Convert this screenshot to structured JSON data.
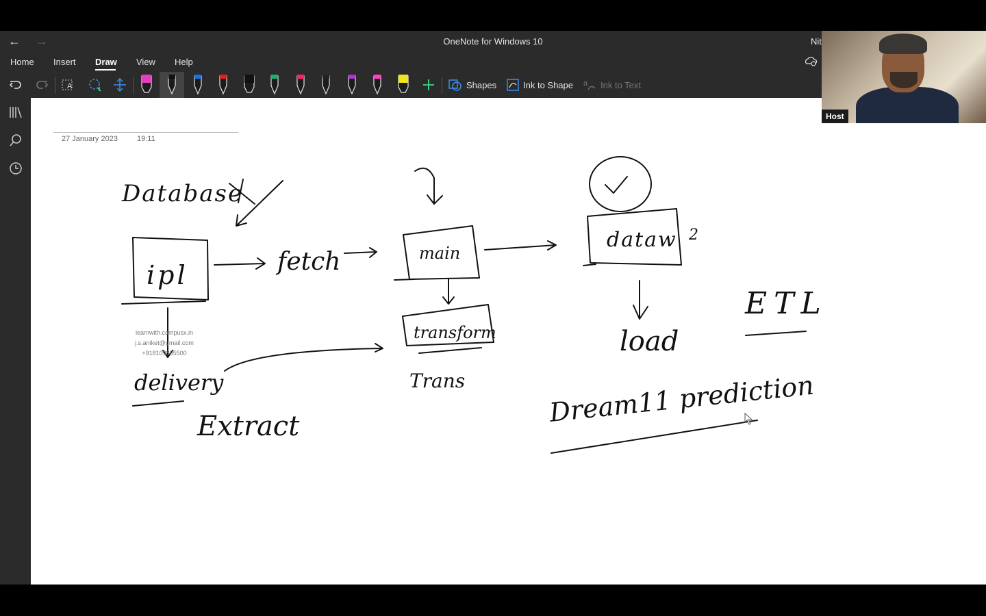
{
  "window": {
    "title": "OneNote for Windows 10",
    "user": "Nit"
  },
  "menu": {
    "items": [
      "Home",
      "Insert",
      "Draw",
      "View",
      "Help"
    ],
    "active": "Draw"
  },
  "toolbar": {
    "shapes_label": "Shapes",
    "ink_to_shape_label": "Ink to Shape",
    "ink_to_text_label": "Ink to Text",
    "pens": [
      {
        "name": "highlighter-pink",
        "color": "#e040c0"
      },
      {
        "name": "pen-black",
        "color": "#111111"
      },
      {
        "name": "pen-blue",
        "color": "#1f6fe0"
      },
      {
        "name": "pen-red",
        "color": "#e02020"
      },
      {
        "name": "highlighter-black",
        "color": "#111111"
      },
      {
        "name": "pen-green",
        "color": "#18b070"
      },
      {
        "name": "pen-pink",
        "color": "#ff2070"
      },
      {
        "name": "pen-black-2",
        "color": "#222222"
      },
      {
        "name": "pen-purple",
        "color": "#b030d0"
      },
      {
        "name": "pen-magenta",
        "color": "#ff40c0"
      },
      {
        "name": "highlighter-yellow",
        "color": "#f4e21a"
      }
    ],
    "accent": "#3a8ff0"
  },
  "note": {
    "date": "27 January 2023",
    "time": "19:11"
  },
  "watermark": {
    "site": "learnwith.campusx.in",
    "email": "j.s.aniket@gmail.com",
    "phone": "+918109865500"
  },
  "ink_text": {
    "database": "Database",
    "ipl": "ipl",
    "fetch": "fetch",
    "main": "main",
    "transform": "transform",
    "trans": "Trans",
    "dataw": "dataw",
    "dataw_sup": "2",
    "load": "load",
    "etl": "ETL",
    "delivery": "delivery",
    "extract": "Extract",
    "dream11": "Dream11 prediction"
  },
  "video": {
    "badge": "Host"
  }
}
